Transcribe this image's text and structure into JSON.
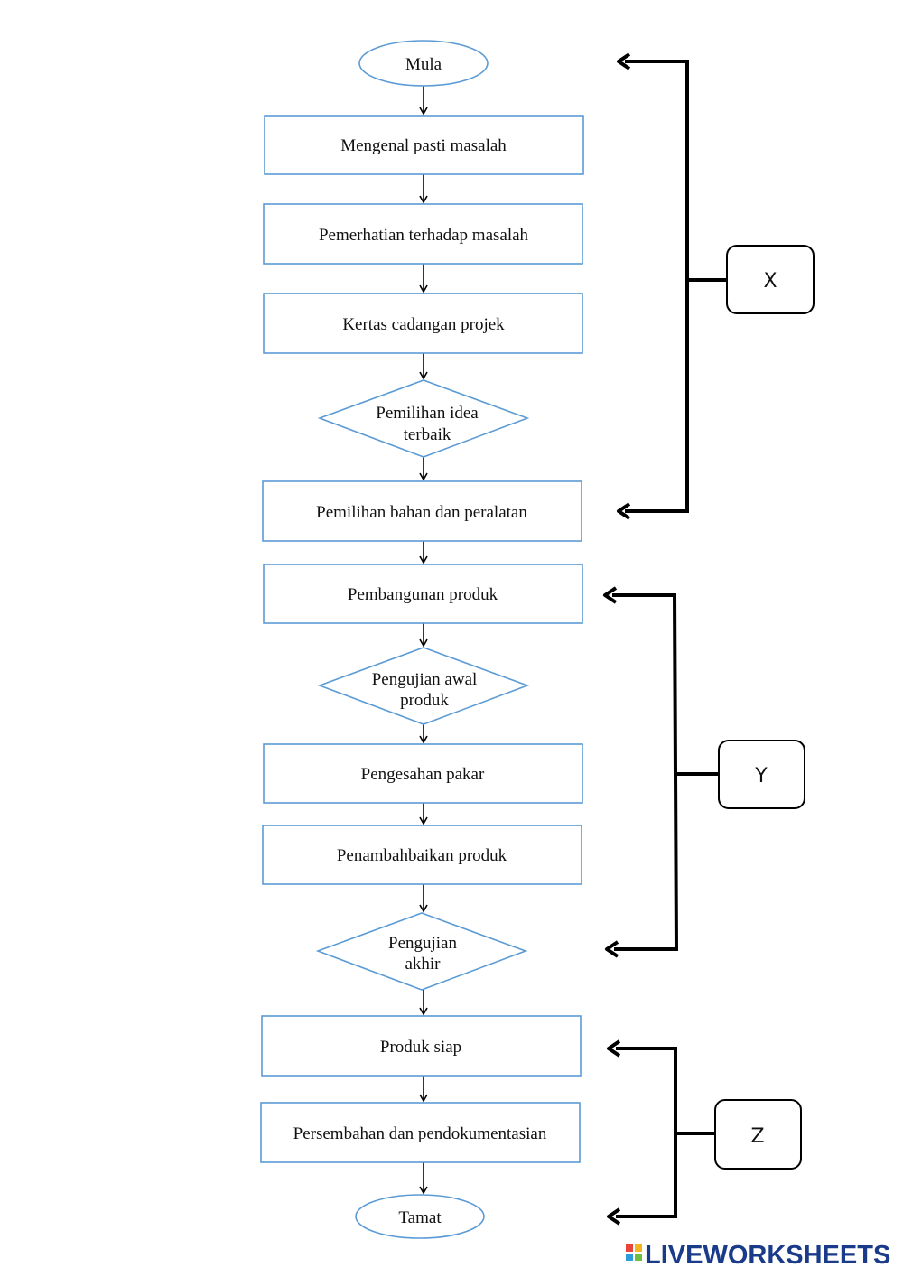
{
  "flow": {
    "start": "Mula",
    "step1": "Mengenal pasti masalah",
    "step2": "Pemerhatian terhadap masalah",
    "step3": "Kertas cadangan projek",
    "decision1_line1": "Pemilihan idea",
    "decision1_line2": "terbaik",
    "step4": "Pemilihan bahan dan peralatan",
    "step5": "Pembangunan produk",
    "decision2_line1": "Pengujian awal",
    "decision2_line2": "produk",
    "step6": "Pengesahan pakar",
    "step7": "Penambahbaikan produk",
    "decision3_line1": "Pengujian",
    "decision3_line2": "akhir",
    "step8": "Produk siap",
    "step9": "Persembahan dan pendokumentasian",
    "end": "Tamat"
  },
  "groups": {
    "x": "X",
    "y": "Y",
    "z": "Z"
  },
  "branding": {
    "name": "LIVEWORKSHEETS"
  },
  "colors": {
    "shape_stroke": "#5b9bd5",
    "line": "#000000"
  }
}
